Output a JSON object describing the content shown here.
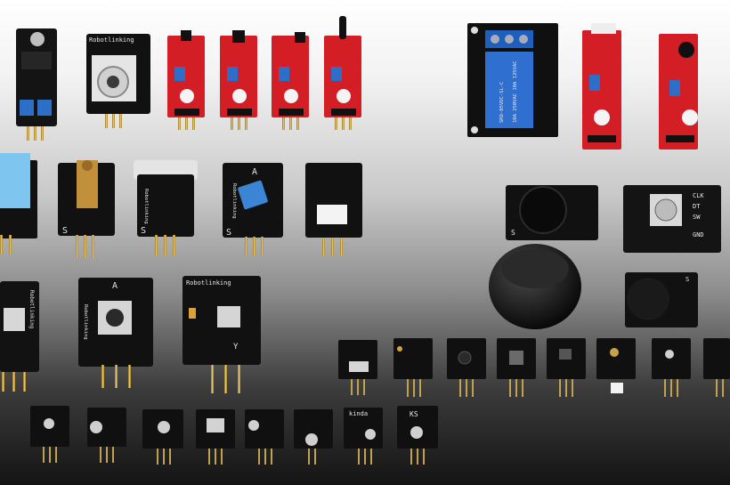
{
  "photo": {
    "board_texts": {
      "robotlinking": "Robotlinking",
      "relay_line1": "SRD-05VDC-SL-C",
      "relay_spec": "10A 250VAC 10A 125VAC",
      "pin_s": "S",
      "pin_a": "A",
      "pin_clk": "CLK",
      "pin_dt": "DT",
      "pin_sw": "SW",
      "pin_gnd": "GND",
      "pin_y": "Y",
      "code_ks": "KS",
      "kinda": "kinda"
    }
  }
}
